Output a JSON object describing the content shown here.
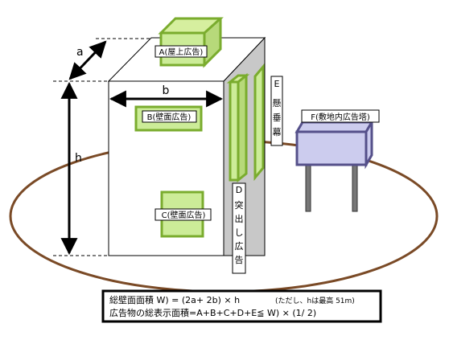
{
  "dimensions": {
    "a": "a",
    "b": "b",
    "h": "h"
  },
  "signs": {
    "A": "A(屋上広告)",
    "B": "B(壁面広告)",
    "C": "C(壁面広告)",
    "D": [
      "D",
      "突",
      "出",
      "し",
      "広",
      "告"
    ],
    "E": [
      "E",
      "懸",
      "垂",
      "幕"
    ],
    "F": "F(敷地内広告塔)"
  },
  "formula": {
    "line1": "総壁面面積 W) = (2a+ 2b) × h",
    "line1_note": "(ただし、hは最高 51m)",
    "line2": "広告物の総表示面積=A+B+C+D+E≦ W) × (1/ 2)"
  },
  "colors": {
    "sign_fill": "#ccec98",
    "sign_stroke": "#7aac2e",
    "ground": "#7a4a26",
    "tower": "#ccccee",
    "tower_stroke": "#55508a",
    "building_side": "#c8c8c8"
  }
}
